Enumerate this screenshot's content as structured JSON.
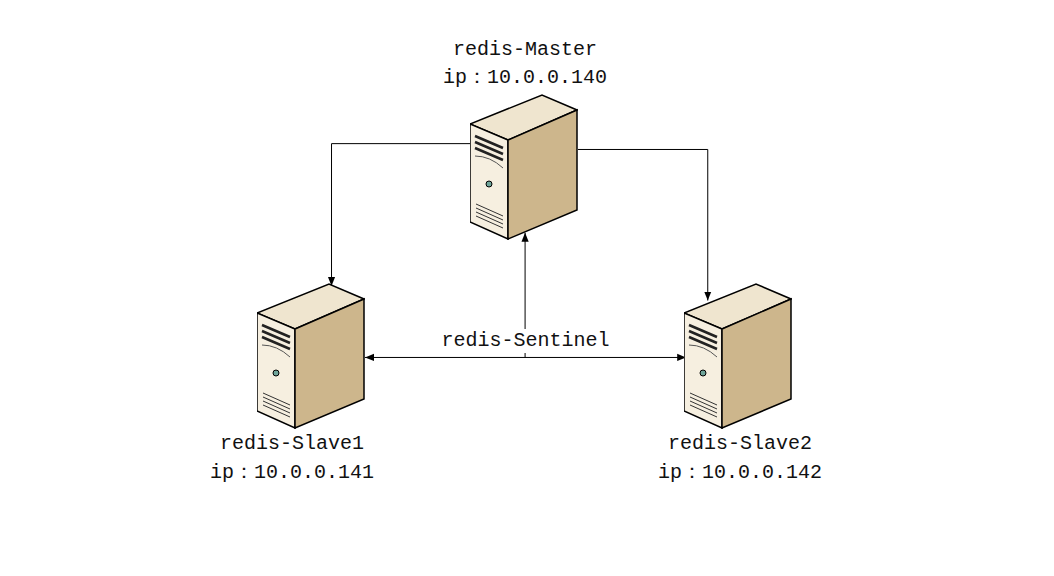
{
  "diagram": {
    "nodes": [
      {
        "text": [
          "redis-Master",
          "ip：10.0.0.140"
        ]
      },
      {
        "text": [
          "redis-Slave1",
          "ip：10.0.0.141"
        ]
      },
      {
        "text": [
          "redis-Slave2",
          "ip：10.0.0.142"
        ]
      }
    ],
    "edges": [
      {
        "from": 0,
        "to": 1,
        "arrow": "to"
      },
      {
        "from": 0,
        "to": 2,
        "arrow": "to"
      },
      {
        "from": 1,
        "to": 2,
        "label": "redis-Sentinel",
        "arrow": "both"
      }
    ]
  }
}
